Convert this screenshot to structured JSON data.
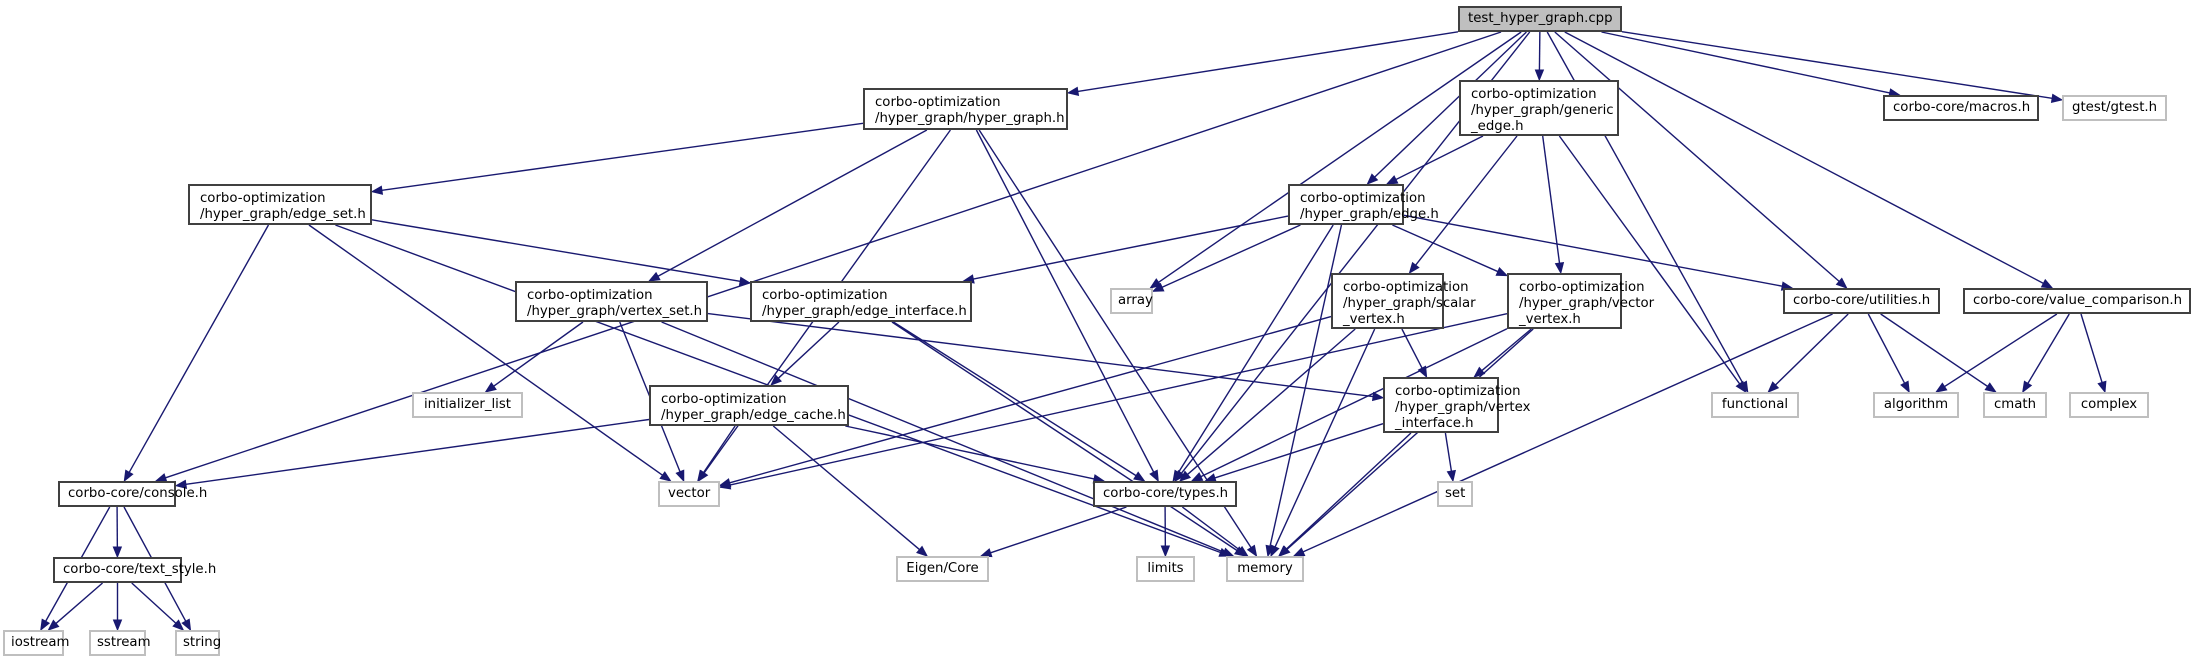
{
  "diagram": {
    "title": "test_hyper_graph.cpp include dependency graph",
    "edge_color": "#191970",
    "nodes": [
      {
        "id": "root",
        "label": "test_hyper_graph.cpp",
        "kind": "root"
      },
      {
        "id": "hyper_graph_h",
        "label": "corbo-optimization\n/hyper_graph/hyper_graph.h",
        "kind": "internal"
      },
      {
        "id": "generic_edge_h",
        "label": "corbo-optimization\n/hyper_graph/generic\n_edge.h",
        "kind": "internal"
      },
      {
        "id": "macros_h",
        "label": "corbo-core/macros.h",
        "kind": "internal"
      },
      {
        "id": "gtest_h",
        "label": "gtest/gtest.h",
        "kind": "external"
      },
      {
        "id": "edge_set_h",
        "label": "corbo-optimization\n/hyper_graph/edge_set.h",
        "kind": "internal"
      },
      {
        "id": "edge_h",
        "label": "corbo-optimization\n/hyper_graph/edge.h",
        "kind": "internal"
      },
      {
        "id": "vertex_set_h",
        "label": "corbo-optimization\n/hyper_graph/vertex_set.h",
        "kind": "internal"
      },
      {
        "id": "edge_interface_h",
        "label": "corbo-optimization\n/hyper_graph/edge_interface.h",
        "kind": "internal"
      },
      {
        "id": "array",
        "label": "array",
        "kind": "external"
      },
      {
        "id": "scalar_vertex_h",
        "label": "corbo-optimization\n/hyper_graph/scalar\n_vertex.h",
        "kind": "internal"
      },
      {
        "id": "vector_vertex_h",
        "label": "corbo-optimization\n/hyper_graph/vector\n_vertex.h",
        "kind": "internal"
      },
      {
        "id": "utilities_h",
        "label": "corbo-core/utilities.h",
        "kind": "internal"
      },
      {
        "id": "value_comparison_h",
        "label": "corbo-core/value_comparison.h",
        "kind": "internal"
      },
      {
        "id": "initializer_list",
        "label": "initializer_list",
        "kind": "external"
      },
      {
        "id": "edge_cache_h",
        "label": "corbo-optimization\n/hyper_graph/edge_cache.h",
        "kind": "internal"
      },
      {
        "id": "vertex_interface_h",
        "label": "corbo-optimization\n/hyper_graph/vertex\n_interface.h",
        "kind": "internal"
      },
      {
        "id": "functional",
        "label": "functional",
        "kind": "external"
      },
      {
        "id": "algorithm",
        "label": "algorithm",
        "kind": "external"
      },
      {
        "id": "cmath",
        "label": "cmath",
        "kind": "external"
      },
      {
        "id": "complex",
        "label": "complex",
        "kind": "external"
      },
      {
        "id": "console_h",
        "label": "corbo-core/console.h",
        "kind": "internal"
      },
      {
        "id": "vector",
        "label": "vector",
        "kind": "external"
      },
      {
        "id": "types_h",
        "label": "corbo-core/types.h",
        "kind": "internal"
      },
      {
        "id": "set",
        "label": "set",
        "kind": "external"
      },
      {
        "id": "text_style_h",
        "label": "corbo-core/text_style.h",
        "kind": "internal"
      },
      {
        "id": "eigen_core",
        "label": "Eigen/Core",
        "kind": "external"
      },
      {
        "id": "limits",
        "label": "limits",
        "kind": "external"
      },
      {
        "id": "memory",
        "label": "memory",
        "kind": "external"
      },
      {
        "id": "iostream",
        "label": "iostream",
        "kind": "external"
      },
      {
        "id": "sstream",
        "label": "sstream",
        "kind": "external"
      },
      {
        "id": "string",
        "label": "string",
        "kind": "external"
      }
    ],
    "edges": [
      [
        "root",
        "hyper_graph_h"
      ],
      [
        "root",
        "generic_edge_h"
      ],
      [
        "root",
        "macros_h"
      ],
      [
        "root",
        "gtest_h"
      ],
      [
        "root",
        "edge_h"
      ],
      [
        "root",
        "array"
      ],
      [
        "root",
        "utilities_h"
      ],
      [
        "root",
        "value_comparison_h"
      ],
      [
        "root",
        "functional"
      ],
      [
        "root",
        "console_h"
      ],
      [
        "root",
        "types_h"
      ],
      [
        "hyper_graph_h",
        "edge_set_h"
      ],
      [
        "hyper_graph_h",
        "vertex_set_h"
      ],
      [
        "hyper_graph_h",
        "vector"
      ],
      [
        "hyper_graph_h",
        "types_h"
      ],
      [
        "hyper_graph_h",
        "memory"
      ],
      [
        "generic_edge_h",
        "edge_h"
      ],
      [
        "generic_edge_h",
        "scalar_vertex_h"
      ],
      [
        "generic_edge_h",
        "vector_vertex_h"
      ],
      [
        "generic_edge_h",
        "functional"
      ],
      [
        "edge_set_h",
        "edge_interface_h"
      ],
      [
        "edge_set_h",
        "console_h"
      ],
      [
        "edge_set_h",
        "vector"
      ],
      [
        "edge_set_h",
        "memory"
      ],
      [
        "edge_h",
        "edge_interface_h"
      ],
      [
        "edge_h",
        "array"
      ],
      [
        "edge_h",
        "vector_vertex_h"
      ],
      [
        "edge_h",
        "utilities_h"
      ],
      [
        "edge_h",
        "types_h"
      ],
      [
        "edge_h",
        "memory"
      ],
      [
        "vertex_set_h",
        "initializer_list"
      ],
      [
        "vertex_set_h",
        "vertex_interface_h"
      ],
      [
        "vertex_set_h",
        "vector"
      ],
      [
        "vertex_set_h",
        "memory"
      ],
      [
        "edge_interface_h",
        "edge_cache_h"
      ],
      [
        "edge_interface_h",
        "types_h"
      ],
      [
        "edge_interface_h",
        "memory"
      ],
      [
        "scalar_vertex_h",
        "vertex_interface_h"
      ],
      [
        "scalar_vertex_h",
        "vector"
      ],
      [
        "scalar_vertex_h",
        "types_h"
      ],
      [
        "scalar_vertex_h",
        "memory"
      ],
      [
        "vector_vertex_h",
        "vertex_interface_h"
      ],
      [
        "vector_vertex_h",
        "vector"
      ],
      [
        "vector_vertex_h",
        "types_h"
      ],
      [
        "vector_vertex_h",
        "memory"
      ],
      [
        "utilities_h",
        "functional"
      ],
      [
        "utilities_h",
        "algorithm"
      ],
      [
        "utilities_h",
        "cmath"
      ],
      [
        "utilities_h",
        "memory"
      ],
      [
        "value_comparison_h",
        "algorithm"
      ],
      [
        "value_comparison_h",
        "cmath"
      ],
      [
        "value_comparison_h",
        "complex"
      ],
      [
        "edge_cache_h",
        "console_h"
      ],
      [
        "edge_cache_h",
        "vector"
      ],
      [
        "edge_cache_h",
        "types_h"
      ],
      [
        "edge_cache_h",
        "eigen_core"
      ],
      [
        "vertex_interface_h",
        "types_h"
      ],
      [
        "vertex_interface_h",
        "set"
      ],
      [
        "vertex_interface_h",
        "memory"
      ],
      [
        "console_h",
        "text_style_h"
      ],
      [
        "console_h",
        "iostream"
      ],
      [
        "console_h",
        "string"
      ],
      [
        "types_h",
        "eigen_core"
      ],
      [
        "types_h",
        "limits"
      ],
      [
        "types_h",
        "memory"
      ],
      [
        "text_style_h",
        "iostream"
      ],
      [
        "text_style_h",
        "sstream"
      ],
      [
        "text_style_h",
        "string"
      ]
    ]
  }
}
